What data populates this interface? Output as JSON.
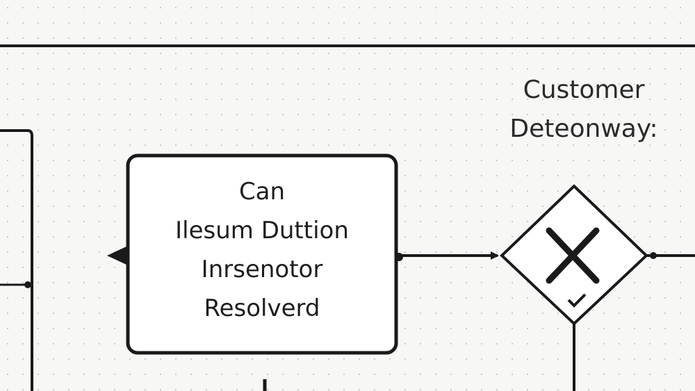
{
  "diagram": {
    "task": {
      "lines": [
        "Can",
        "Ilesum Duttion",
        "Inrsenotor",
        "Resolverd"
      ]
    },
    "gateway": {
      "label_lines": [
        "Customer",
        "Deteonway:"
      ],
      "marker": "x-icon"
    }
  },
  "colors": {
    "stroke": "#1a1a1a",
    "text": "#1e1e1e",
    "background": "#f7f7f5"
  }
}
